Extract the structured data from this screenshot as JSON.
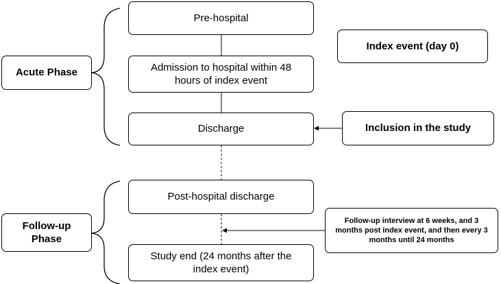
{
  "phases": {
    "acute": "Acute Phase",
    "followup": "Follow-up Phase"
  },
  "steps": {
    "prehospital": "Pre-hospital",
    "admission": "Admission to hospital within 48 hours of index event",
    "discharge": "Discharge",
    "post_discharge": "Post-hospital discharge",
    "study_end": "Study end (24 months after the index event)"
  },
  "side": {
    "index_event": "Index event (day 0)",
    "inclusion": "Inclusion in the study",
    "followup_interview": "Follow-up interview at 6 weeks, and 3 months post index event, and then every 3 months until 24 months"
  }
}
